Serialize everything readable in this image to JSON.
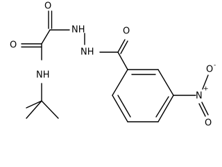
{
  "molecule": {
    "atoms": {
      "o_top": "O",
      "nh_top": "NH",
      "o_left": "O",
      "nh_mid": "NH",
      "o_benz": "O",
      "nh_amide": "NH",
      "n_nitro": "N",
      "n_nitro_charge": "+",
      "o_nitro_right": "O",
      "o_nitro_right_charge": "-",
      "o_nitro_bottom": "O"
    }
  }
}
